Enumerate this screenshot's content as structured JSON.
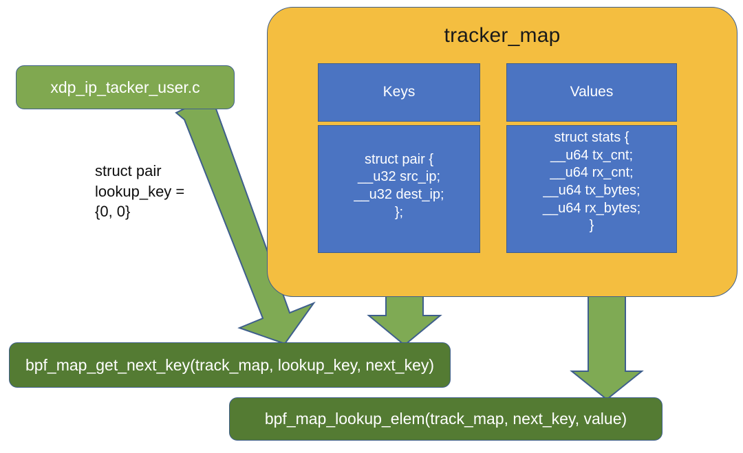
{
  "diagram": {
    "title": "tracker_map",
    "background_color": "#ffffff",
    "palette": {
      "map_container_fill": "#F4BE40",
      "box_fill_blue": "#4B74C2",
      "box_fill_green_light": "#80A850",
      "box_fill_green_dark": "#547B33",
      "arrow_fill": "#7FAA54",
      "outline": "#3E5E8C",
      "text_light": "#ffffff",
      "text_dark": "#0d0d0d"
    }
  },
  "source_file": {
    "label": "xdp_ip_tacker_user.c"
  },
  "annotation": {
    "lookup_key_note": "struct pair\nlookup_key =\n{0, 0}"
  },
  "map": {
    "title": "tracker_map",
    "keys": {
      "header": "Keys",
      "body": "struct pair {\n__u32 src_ip;\n__u32 dest_ip;\n};"
    },
    "values": {
      "header": "Values",
      "body": "struct stats {\n__u64 tx_cnt;\n__u64 rx_cnt;\n__u64 tx_bytes;\n__u64 rx_bytes;\n}"
    }
  },
  "calls": {
    "get_next_key": "bpf_map_get_next_key(track_map, lookup_key, next_key)",
    "lookup_elem": "bpf_map_lookup_elem(track_map, next_key, value)"
  },
  "arrows": [
    {
      "name": "arrow-source-to-get-next-key",
      "from": "xdp_ip_tacker_user.c",
      "to": "bpf_map_get_next_key(track_map, lookup_key, next_key)",
      "direction": "diagonal-down-right"
    },
    {
      "name": "arrow-keys-to-get-next-key",
      "from": "Keys",
      "to": "bpf_map_get_next_key(track_map, lookup_key, next_key)",
      "direction": "down"
    },
    {
      "name": "arrow-values-to-lookup-elem",
      "from": "Values",
      "to": "bpf_map_lookup_elem(track_map, next_key, value)",
      "direction": "down"
    }
  ]
}
